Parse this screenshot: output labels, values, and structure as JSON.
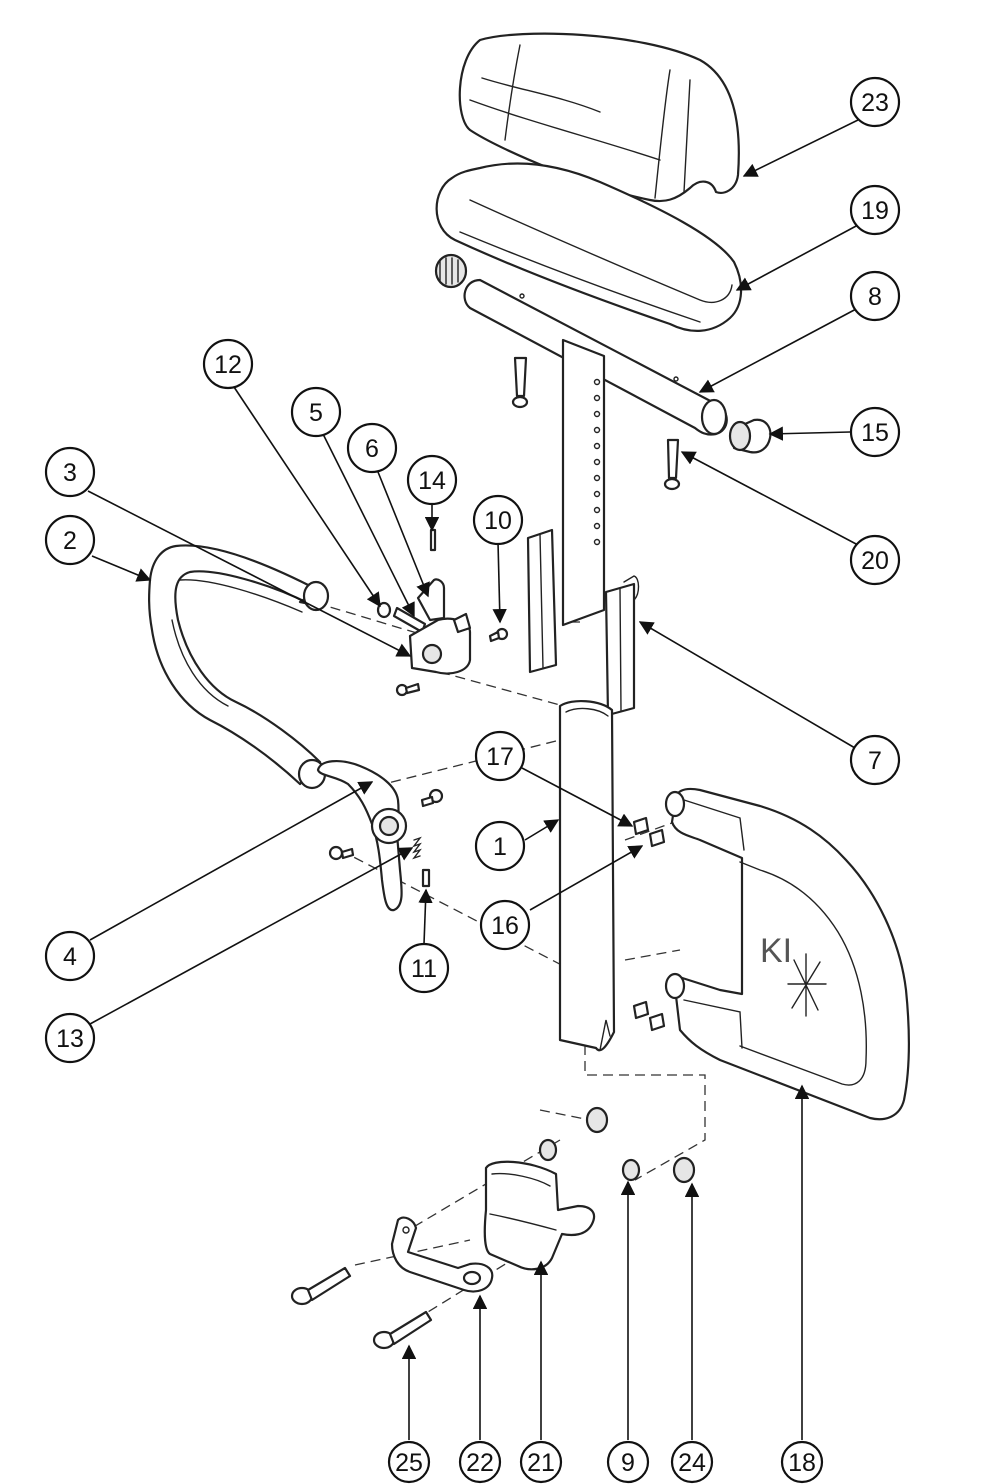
{
  "callouts": [
    {
      "id": "23",
      "label": "23"
    },
    {
      "id": "19",
      "label": "19"
    },
    {
      "id": "8",
      "label": "8"
    },
    {
      "id": "15",
      "label": "15"
    },
    {
      "id": "20",
      "label": "20"
    },
    {
      "id": "12",
      "label": "12"
    },
    {
      "id": "5",
      "label": "5"
    },
    {
      "id": "6",
      "label": "6"
    },
    {
      "id": "14",
      "label": "14"
    },
    {
      "id": "3",
      "label": "3"
    },
    {
      "id": "2",
      "label": "2"
    },
    {
      "id": "10",
      "label": "10"
    },
    {
      "id": "7",
      "label": "7"
    },
    {
      "id": "17",
      "label": "17"
    },
    {
      "id": "1",
      "label": "1"
    },
    {
      "id": "16",
      "label": "16"
    },
    {
      "id": "4",
      "label": "4"
    },
    {
      "id": "11",
      "label": "11"
    },
    {
      "id": "13",
      "label": "13"
    },
    {
      "id": "25",
      "label": "25"
    },
    {
      "id": "22",
      "label": "22"
    },
    {
      "id": "21",
      "label": "21"
    },
    {
      "id": "9",
      "label": "9"
    },
    {
      "id": "24",
      "label": "24"
    },
    {
      "id": "18",
      "label": "18"
    }
  ],
  "side_panel_logo": "KI"
}
